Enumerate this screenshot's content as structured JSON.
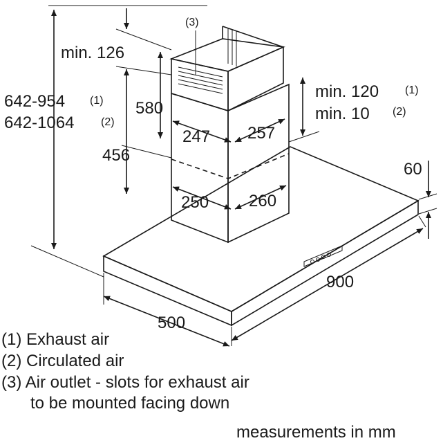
{
  "dimensions": {
    "total_height_1": "642-954",
    "total_height_2": "642-1064",
    "min_top": "min. 126",
    "chimney_upper_height": "580",
    "chimney_lower_height": "456",
    "upper_width": "247",
    "upper_depth": "257",
    "lower_width": "250",
    "lower_depth": "260",
    "min_gap_1": "min. 120",
    "min_gap_2": "min. 10",
    "canopy_height": "60",
    "canopy_width": "900",
    "canopy_depth": "500",
    "outlet_callout": "(3)",
    "note_1": "(1)",
    "note_2": "(2)"
  },
  "legend": [
    "(1) Exhaust air",
    "(2) Circulated air",
    "(3) Air outlet - slots for exhaust air",
    "to be mounted facing down"
  ],
  "footer": "measurements in mm"
}
